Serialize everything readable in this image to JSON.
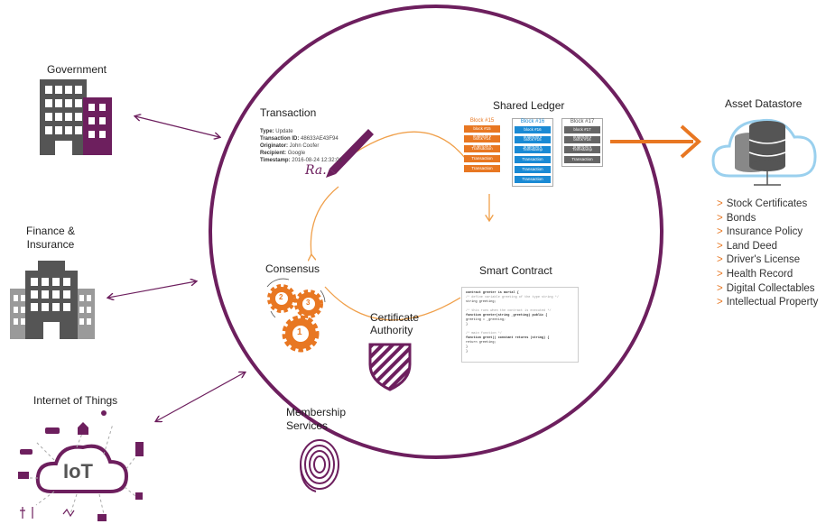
{
  "colors": {
    "purple": "#6d1f5e",
    "orange": "#f0a04b",
    "orange_dark": "#e87722",
    "gray": "#9a9a9a",
    "blue": "#1a8ad4",
    "darkgray": "#555"
  },
  "left_nodes": {
    "government": "Government",
    "finance": "Finance &\nInsurance",
    "iot": "Internet of Things",
    "iot_logo": "IoT"
  },
  "center": {
    "transaction": "Transaction",
    "shared_ledger": "Shared Ledger",
    "consensus": "Consensus",
    "smart_contract": "Smart Contract",
    "certificate_authority": "Certificate\nAuthority",
    "membership_services": "Membership\nServices"
  },
  "transaction_details": {
    "type_label": "Type:",
    "type_value": "Update",
    "tx_label": "Transaction ID:",
    "tx_value": "48633AE43F94",
    "orig_label": "Originator:",
    "orig_value": "John Coofer",
    "rec_label": "Recipient:",
    "rec_value": "Google",
    "ts_label": "Timestamp:",
    "ts_value": "2016-08-24 12:32:01",
    "signature": "Ra."
  },
  "ledger": {
    "blocks": [
      {
        "title": "Block #15",
        "items": [
          "block #15 fingerprint",
          "block #14 fingerprint",
          "Transaction",
          "Transaction",
          "Transaction"
        ]
      },
      {
        "title": "Block #16",
        "items": [
          "block #16 fingerprint",
          "block #15 fingerprint",
          "Timestamp",
          "Transaction",
          "Transaction",
          "Transaction"
        ]
      },
      {
        "title": "Block #17",
        "items": [
          "block #17 fingerprint",
          "block #16 fingerprint",
          "Timestamp",
          "Transaction"
        ]
      }
    ]
  },
  "gears": [
    "1",
    "2",
    "3"
  ],
  "code_lines": [
    "contract greeter is mortal {",
    "  /* define variable greeting of the type string */",
    "  string greeting;",
    "",
    "  /* this runs when the contract is executed */",
    "  function greeter(string _greeting) public {",
    "    greeting = _greeting;",
    "  }",
    "",
    "  /* main function */",
    "  function greet() constant returns (string) {",
    "    return greeting;",
    "  }",
    "}"
  ],
  "asset": {
    "title": "Asset Datastore",
    "items": [
      "Stock Certificates",
      "Bonds",
      "Insurance Policy",
      "Land Deed",
      "Driver's License",
      "Health Record",
      "Digital Collectables",
      "Intellectual Property"
    ],
    "bullet": ">"
  }
}
